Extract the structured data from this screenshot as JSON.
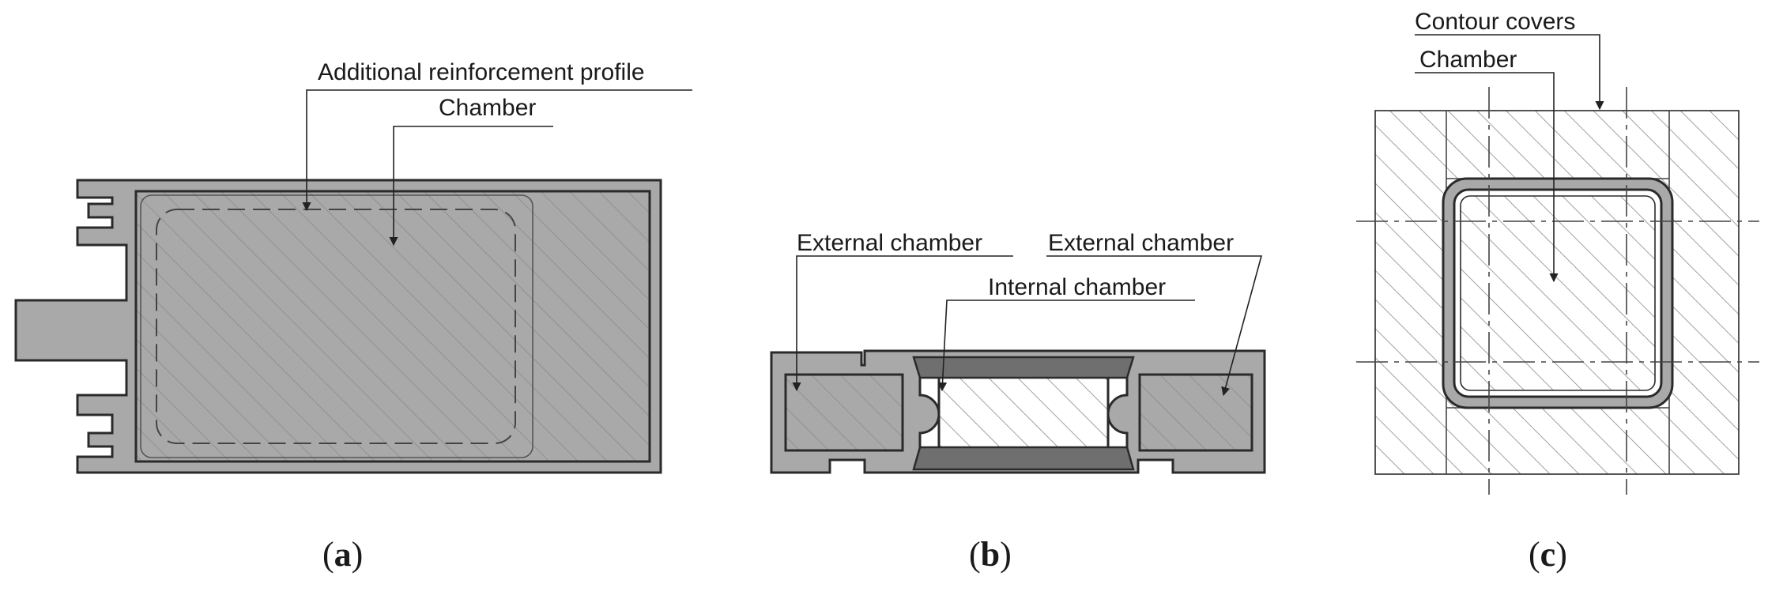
{
  "panels": [
    {
      "id": "a",
      "caption_letter": "a",
      "labels": {
        "reinforcement": "Additional reinforcement profile",
        "chamber": "Chamber"
      }
    },
    {
      "id": "b",
      "caption_letter": "b",
      "labels": {
        "external_left": "External chamber",
        "external_right": "External chamber",
        "internal": "Internal chamber"
      }
    },
    {
      "id": "c",
      "caption_letter": "c",
      "labels": {
        "contour": "Contour covers",
        "chamber": "Chamber"
      }
    }
  ],
  "colors": {
    "metal": "#a9a9a9",
    "metal_dark": "#6f6f6f",
    "hatch": "#8a8a8a",
    "line": "#2a2a2a"
  }
}
